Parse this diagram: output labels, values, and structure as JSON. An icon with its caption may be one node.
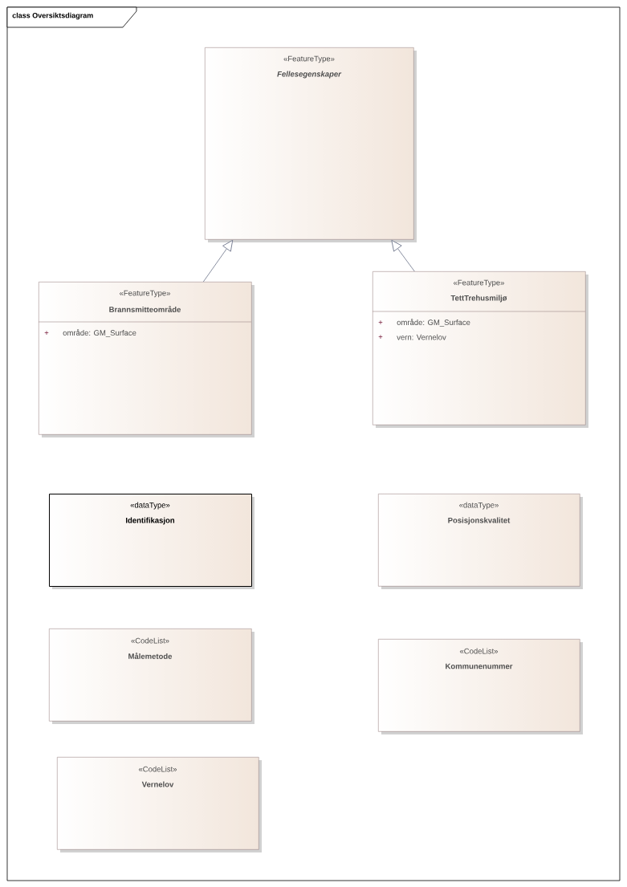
{
  "diagram": {
    "title": "class Oversiktsdiagram",
    "nodes": [
      {
        "text": [
          "«FeatureType»",
          "Fellesegenskaper"
        ]
      },
      {
        "text": [
          "«FeatureType»",
          "Brannsmitteområde",
          "+",
          "område: GM_Surface"
        ]
      },
      {
        "text": [
          "«FeatureType»",
          "TettTrehusmiljø",
          "+",
          "område: GM_Surface",
          "+",
          "vern: Vernelov"
        ]
      },
      {
        "text": [
          "«dataType»",
          "Identifikasjon"
        ]
      },
      {
        "text": [
          "«dataType»",
          "Posisjonskvalitet"
        ]
      },
      {
        "text": [
          "«CodeList»",
          "Målemetode"
        ]
      },
      {
        "text": [
          "«CodeList»",
          "Kommunenummer"
        ]
      },
      {
        "text": [
          "«CodeList»",
          "Vernelov"
        ]
      }
    ],
    "edges": [
      {
        "from": 1,
        "to": 0,
        "arrow": "to"
      },
      {
        "from": 2,
        "to": 0,
        "arrow": "to"
      }
    ]
  }
}
